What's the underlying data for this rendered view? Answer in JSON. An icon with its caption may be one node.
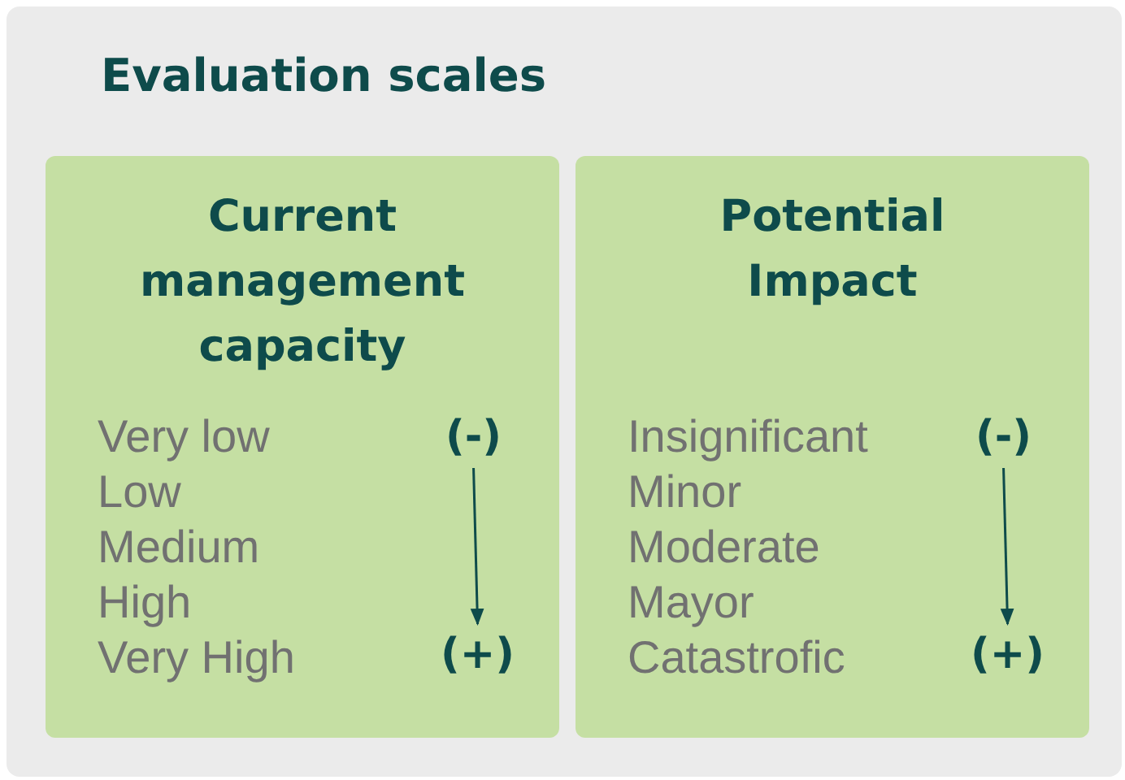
{
  "diagram": {
    "nodes": [
      {
        "text": [
          "Evaluation scales"
        ]
      },
      {
        "text": [
          "Current management capacity",
          "Very low",
          "Low",
          "Medium",
          "High",
          "Very High"
        ],
        "in": 0
      },
      {
        "text": [
          "(-)"
        ],
        "in": 1
      },
      {
        "text": [
          "(+)"
        ],
        "in": 1
      },
      {
        "text": [
          "Potential Impact",
          "Insignificant",
          "Minor",
          "Moderate",
          "Mayor",
          "Catastrofic"
        ],
        "in": 0
      },
      {
        "text": [
          "(-)"
        ],
        "in": 4
      },
      {
        "text": [
          "(+)"
        ],
        "in": 4
      }
    ],
    "edges": [
      {
        "from": 2,
        "to": 3,
        "arrow": "to"
      },
      {
        "from": 5,
        "to": 6,
        "arrow": "to"
      }
    ]
  }
}
